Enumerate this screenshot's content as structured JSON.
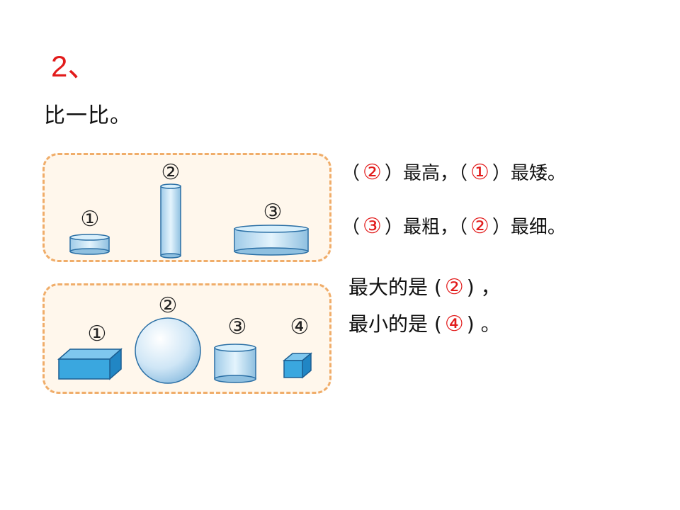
{
  "header": {
    "number": "2、",
    "instruction": "比一比。"
  },
  "panel1": {
    "labels": [
      "①",
      "②",
      "③"
    ]
  },
  "panel2": {
    "labels": [
      "①",
      "②",
      "③",
      "④"
    ]
  },
  "q1": {
    "line1": {
      "ans_a": "②",
      "text_a": "最高，",
      "ans_b": "①",
      "text_b": "最矮。"
    },
    "line2": {
      "ans_a": "③",
      "text_a": "最粗，",
      "ans_b": "②",
      "text_b": "最细。"
    }
  },
  "q2": {
    "line1": {
      "prefix": "最大的是",
      "ans": "②",
      "suffix": "，"
    },
    "line2": {
      "prefix": "最小的是",
      "ans": "④",
      "suffix": "。"
    }
  },
  "colors": {
    "accent": "#e21b1b",
    "dash": "#f0ad6a",
    "shape_fill": "#bfe3f7",
    "block_fill": "#3aa7df"
  }
}
